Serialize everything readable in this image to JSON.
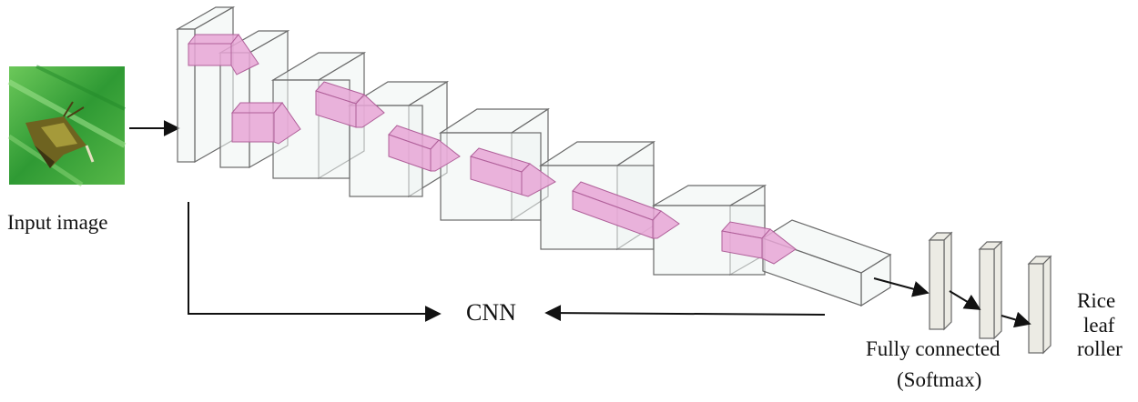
{
  "labels": {
    "input": "Input image",
    "cnn": "CNN",
    "fc_line1": "Fully connected",
    "fc_line2": "(Softmax)",
    "output_line1": "Rice",
    "output_line2": "leaf",
    "output_line3": "roller"
  },
  "colors": {
    "block_face": "#eef4f2",
    "block_edge": "#6a6a6a",
    "kernel_fill": "#e8a6d6",
    "kernel_edge": "#b0609a",
    "leaf_green": "#3fa13a",
    "moth_brown": "#7a6a2a",
    "arrow": "#111111",
    "fc_fill": "#ecebe4"
  },
  "icons": {
    "input_image": "moth-on-rice-leaf-photo",
    "conv_block": "3d-box",
    "kernel": "pink-prism",
    "fc_layer": "vertical-column"
  }
}
